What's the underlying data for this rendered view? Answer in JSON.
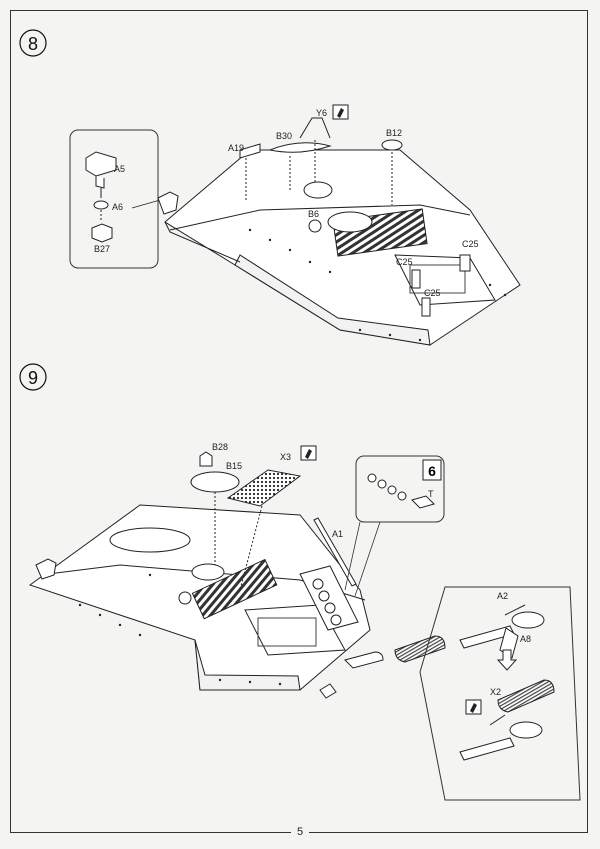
{
  "page": {
    "number": "5"
  },
  "step8": {
    "number": "8",
    "inset_parts": [
      "A5",
      "A6",
      "B27"
    ],
    "parts": [
      "A19",
      "B30",
      "Y6",
      "B12",
      "B6",
      "C25",
      "C25",
      "C25"
    ],
    "glue_icon": "glue-bottle-icon"
  },
  "step9": {
    "number": "9",
    "parts": [
      "B28",
      "B15",
      "X3",
      "A1"
    ],
    "glue_icon": "glue-bottle-icon",
    "subassembly": {
      "number": "6",
      "part": "T"
    },
    "exhaust_inset": {
      "parts": [
        "A2",
        "A8",
        "X2"
      ],
      "glue_icon": "glue-bottle-icon",
      "arrow": "down-arrow-icon"
    }
  }
}
